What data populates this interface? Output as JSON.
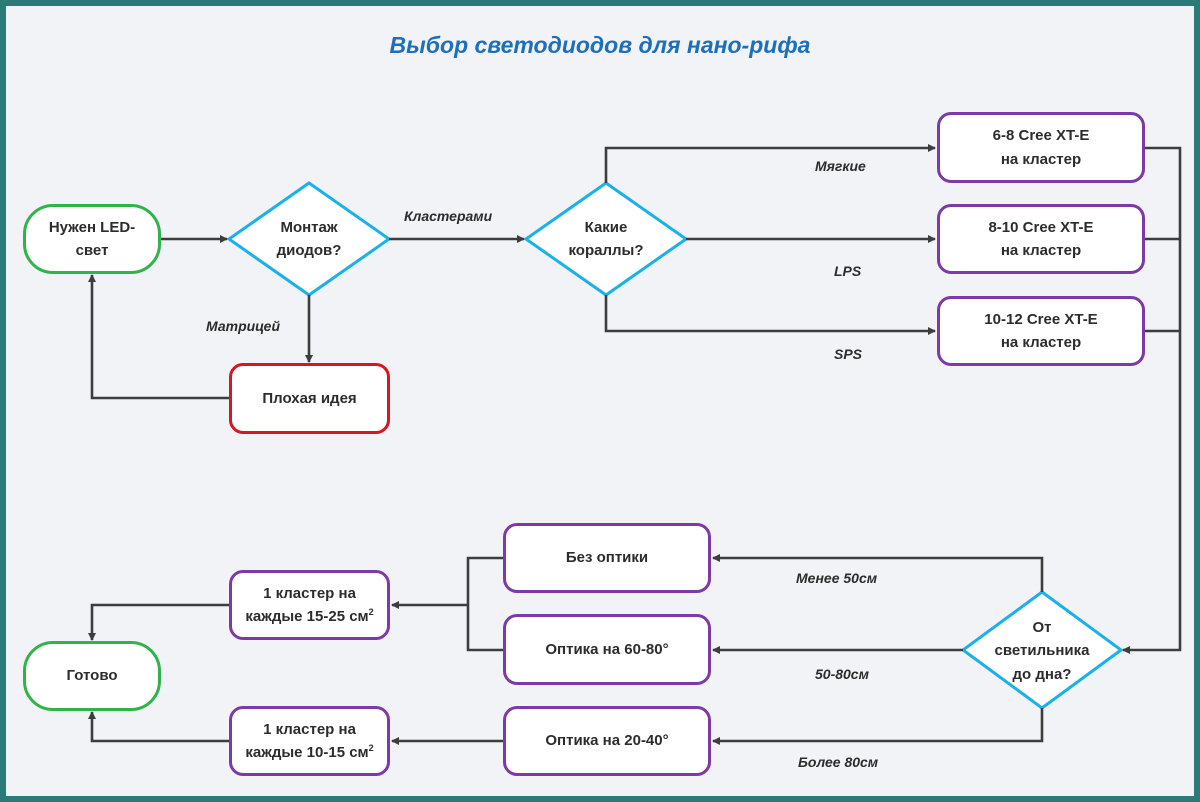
{
  "title": "Выбор светодиодов для нано-рифа",
  "nodes": {
    "need_led": [
      "Нужен LED-",
      "свет"
    ],
    "mounting": [
      "Монтаж",
      "диодов?"
    ],
    "corals": [
      "Какие",
      "кораллы?"
    ],
    "soft_result": [
      "6-8 Cree XT-E",
      "на кластер"
    ],
    "lps_result": [
      "8-10 Cree XT-E",
      "на кластер"
    ],
    "sps_result": [
      "10-12 Cree XT-E",
      "на кластер"
    ],
    "bad_idea": "Плохая идея",
    "distance": [
      "От",
      "светильника",
      "до дна?"
    ],
    "no_optics": "Без оптики",
    "optics_60_80": "Оптика на 60-80°",
    "optics_20_40": "Оптика на 20-40°",
    "cluster_15_25": [
      "1 кластер на",
      "каждые 15-25 см"
    ],
    "cluster_10_15": [
      "1 кластер на",
      "каждые 10-15 см"
    ],
    "superscript": "2",
    "done": "Готово"
  },
  "edge_labels": {
    "clusters": "Кластерами",
    "matrix": "Матрицей",
    "soft": "Мягкие",
    "lps": "LPS",
    "sps": "SPS",
    "less_50": "Менее 50см",
    "from_50_80": "50-80см",
    "more_80": "Более 80см"
  },
  "colors": {
    "background": "#f2f3f6",
    "frame": "#2a7a78",
    "title": "#1b6fbd",
    "start_end_border": "#2fb44a",
    "decision_border": "#1ab1ea",
    "result_border": "#7d3aa7",
    "bad_border": "#d9151f",
    "arrow": "#3d3d3d"
  }
}
